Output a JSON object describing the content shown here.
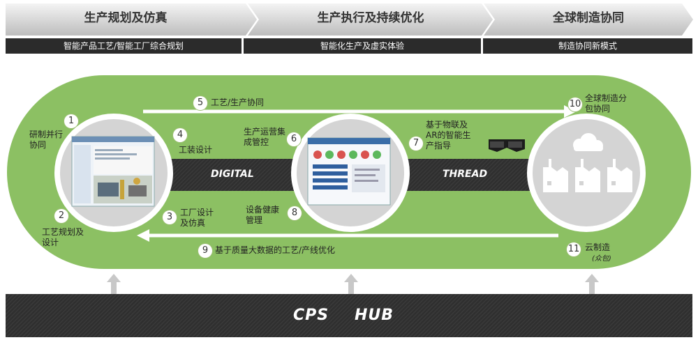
{
  "stages": [
    {
      "title": "生产规划及仿真",
      "subtitle": "智能产品工艺/智能工厂综合规划"
    },
    {
      "title": "生产执行及持续优化",
      "subtitle": "智能化生产及虚实体验"
    },
    {
      "title": "全球制造协同",
      "subtitle": "制造协同新模式"
    }
  ],
  "thread": {
    "left": "DIGITAL",
    "right": "THREAD"
  },
  "hub": {
    "left": "CPS",
    "right": "HUB"
  },
  "items": [
    {
      "num": "1",
      "label": "研制并行协同"
    },
    {
      "num": "2",
      "label": "工艺规划及设计"
    },
    {
      "num": "3",
      "label": "工厂设计及仿真"
    },
    {
      "num": "4",
      "label": "工装设计"
    },
    {
      "num": "5",
      "label": "工艺/生产协同"
    },
    {
      "num": "6",
      "label": "生产运营集成管控"
    },
    {
      "num": "7",
      "label": "基于物联及AR的智能生产指导"
    },
    {
      "num": "8",
      "label": "设备健康管理"
    },
    {
      "num": "9",
      "label": "基于质量大数据的工艺/产线优化"
    },
    {
      "num": "10",
      "label": "全球制造分包协同"
    },
    {
      "num": "11",
      "label": "云制造",
      "note": "众包"
    }
  ],
  "icons": [
    "cad-screenshot",
    "dashboard-screenshot",
    "ar-glasses-icon",
    "cloud-icon",
    "factory-icon"
  ],
  "colors": {
    "green": "#8cc063",
    "dark": "#2e2e2e",
    "gray_band": "#c8c8c8"
  }
}
